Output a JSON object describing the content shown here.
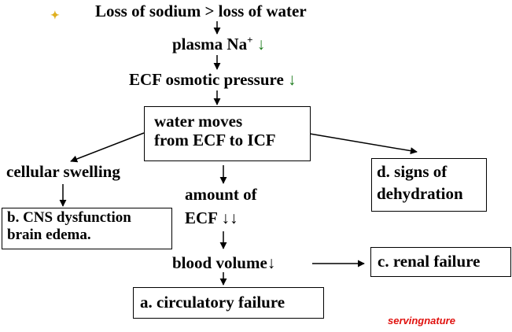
{
  "nodes": {
    "loss_sodium": "Loss of sodium > loss of water",
    "plasma_na": "plasma Na",
    "plasma_na_sup": "+",
    "plasma_na_arrow": "↓",
    "ecf_osmotic": "ECF osmotic pressure",
    "ecf_osmotic_arrow": "↓",
    "water_moves_1": "water moves",
    "water_moves_2": "from ECF to ICF",
    "cellular_swelling": "cellular swelling",
    "cns_1": "b. CNS dysfunction",
    "cns_2": "brain edema.",
    "amount_ecf_1": "amount of",
    "amount_ecf_2": "ECF",
    "amount_ecf_arrow": "↓↓",
    "dehydration_1": "d. signs of",
    "dehydration_2": "dehydration",
    "blood_volume": "blood volume",
    "blood_volume_arrow": "↓",
    "renal_failure": "c. renal failure",
    "circulatory_failure": "a. circulatory failure"
  },
  "watermark": "servingnature",
  "colors": {
    "text": "#000000",
    "watermark": "#e0120f",
    "arrow_down": "#1a7a1a",
    "background": "#ffffff"
  }
}
